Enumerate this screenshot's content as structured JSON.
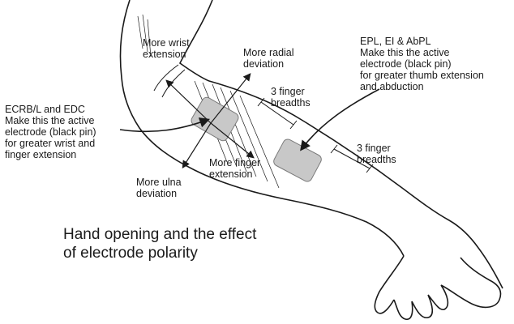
{
  "labels": {
    "more_wrist_extension": [
      "More wrist",
      "extension"
    ],
    "more_radial_deviation": [
      "More radial",
      "deviation"
    ],
    "three_finger_breadths_upper": [
      "3 finger",
      "breadths"
    ],
    "three_finger_breadths_lower": [
      "3 finger",
      "breadths"
    ],
    "more_finger_extension": [
      "More finger",
      "extension"
    ],
    "more_ulna_deviation": [
      "More ulna",
      "deviation"
    ],
    "ecrb_note": [
      "ECRB/L and EDC",
      "Make this the active",
      "electrode (black pin)",
      "for greater wrist and",
      "finger extension"
    ],
    "epl_note": [
      "EPL, EI & AbPL",
      "Make this the active",
      "electrode (black pin)",
      "for greater thumb extension",
      "and abduction"
    ]
  },
  "caption": [
    "Hand opening and the effect",
    "of electrode polarity"
  ],
  "colors": {
    "outline": "#1a1a1a",
    "electrode_fill": "#c8c8c8",
    "electrode_stroke": "#7a7a7a"
  }
}
